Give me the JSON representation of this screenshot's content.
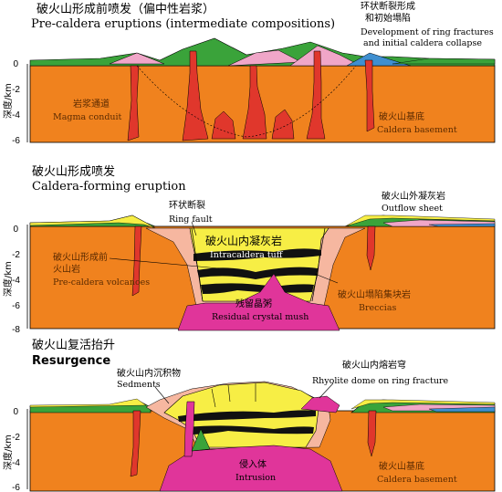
{
  "panel1": {
    "title_cn": "破火山形成前喷发（偏中性岩浆）",
    "title_en": "Pre-caldera eruptions (intermediate compositions)",
    "ring_cn": "环状断裂形成",
    "ring_cn2": "和初始塌陷",
    "ring_en": "Development of ring fractures",
    "ring_en2": "and initial caldera collapse",
    "conduit_cn": "岩浆通道",
    "conduit_en": "Magma conduit",
    "basement_cn": "破火山基底",
    "basement_en": "Caldera basement",
    "axis_label": "深度/km",
    "ticks": [
      "0",
      "-2",
      "-4",
      "-6"
    ]
  },
  "panel2": {
    "title_cn": "破火山形成喷发",
    "title_en": "Caldera-forming eruption",
    "ringfault_cn": "环状断裂",
    "ringfault_en": "Ring fault",
    "outflow_cn": "破火山外凝灰岩",
    "outflow_en": "Outflow sheet",
    "tuff_cn": "破火山内凝灰岩",
    "tuff_en": "Intracaldera tuff",
    "precal_cn": "破火山形成前",
    "precal_cn2": "火山岩",
    "precal_en": "Pre-caldera volcanoes",
    "breccia_cn": "破火山塌陷集块岩",
    "breccia_en": "Breccias",
    "mush_cn": "残留晶粥",
    "mush_en": "Residual crystal mush",
    "axis_label": "深度/km",
    "ticks": [
      "0",
      "-2",
      "-4",
      "-6",
      "-8"
    ]
  },
  "panel3": {
    "title_cn": "破火山复活抬升",
    "title_en": "Resurgence",
    "sed_cn": "破火山内沉积物",
    "sed_en": "Sedments",
    "dome_cn": "破火山内熔岩穹",
    "dome_en": "Rhyolite dome on ring fracture",
    "intrusion_cn": "侵入体",
    "intrusion_en": "Intrusion",
    "basement_cn": "破火山基底",
    "basement_en": "Caldera basement",
    "axis_label": "深度/km",
    "ticks": [
      "0",
      "-2",
      "-4",
      "-6"
    ]
  },
  "colors": {
    "basement": "#f0821e",
    "magma": "#e0372c",
    "green": "#3aa33a",
    "pink": "#f0a6c8",
    "blue": "#3f8fd0",
    "yellow": "#f7ee45",
    "mush": "#e0359a",
    "breccia": "#f6b7a0"
  }
}
